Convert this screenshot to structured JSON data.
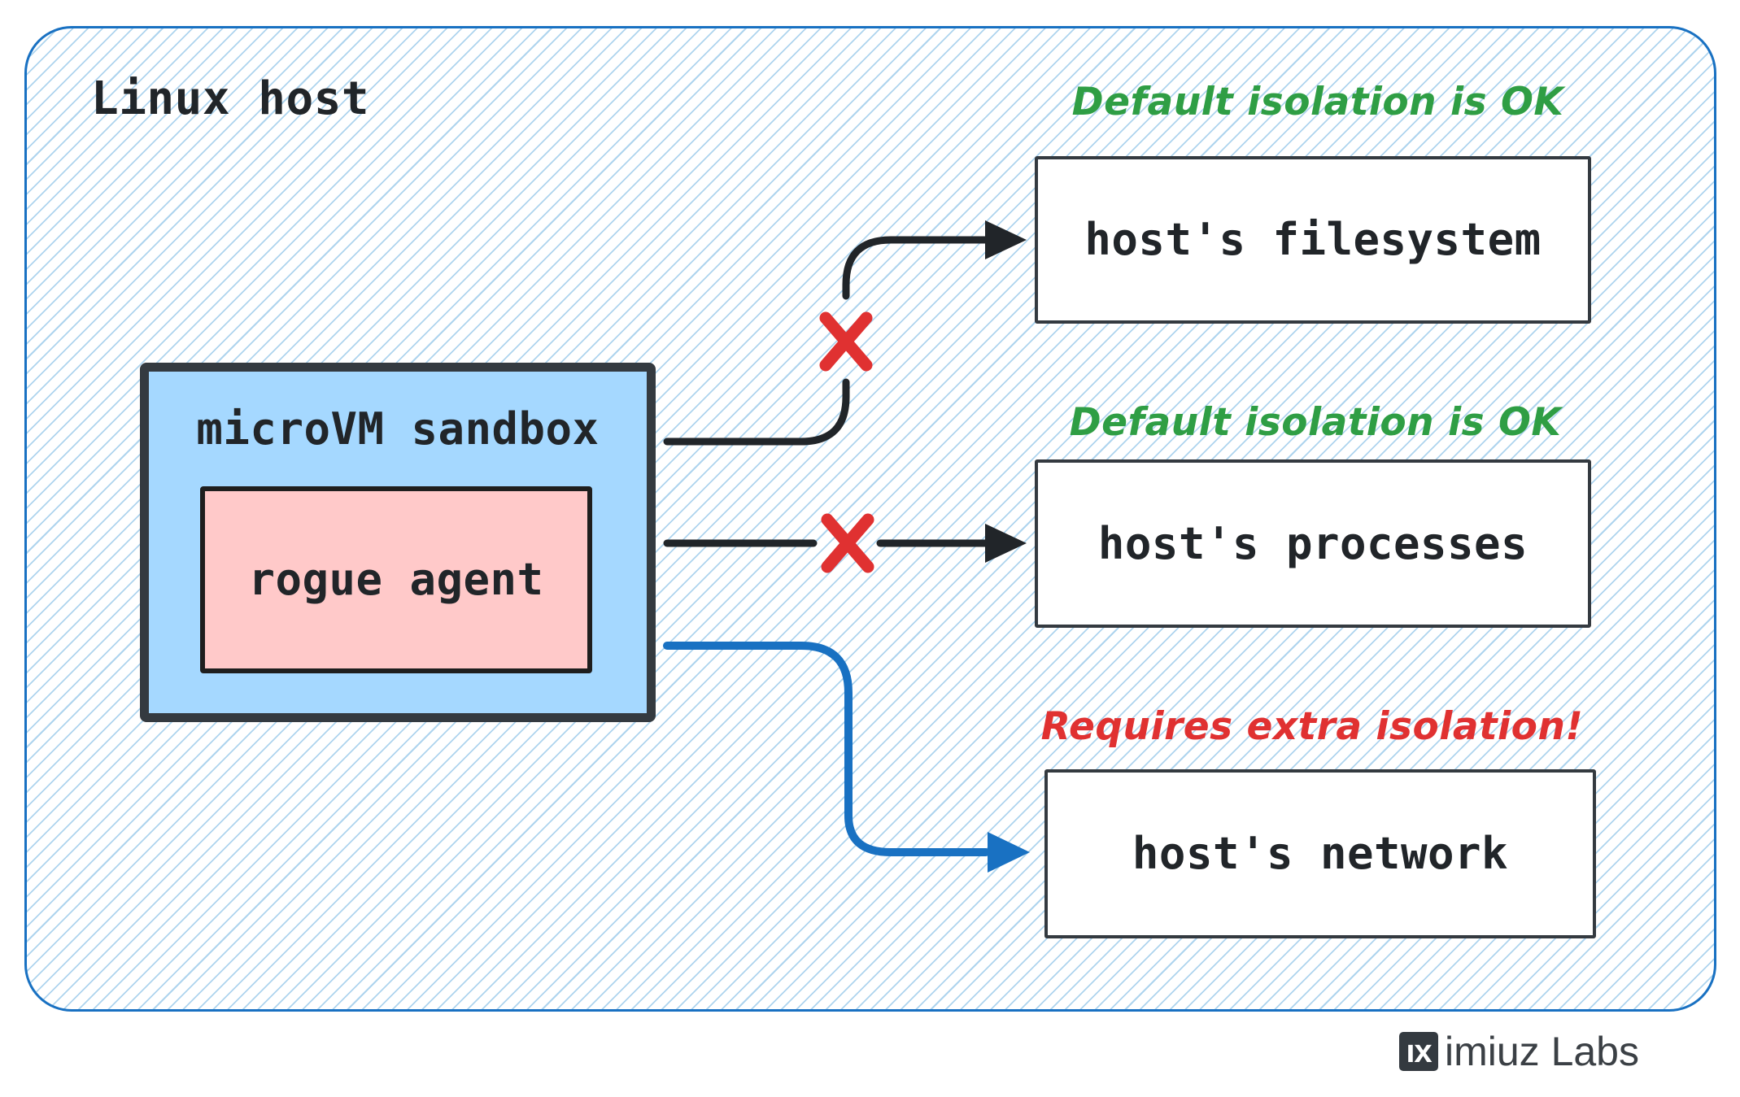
{
  "host": {
    "label": "Linux host"
  },
  "sandbox": {
    "label": "microVM sandbox",
    "agent": {
      "label": "rogue agent"
    }
  },
  "targets": [
    {
      "id": "filesystem",
      "annotation": "Default isolation is OK",
      "label": "host's filesystem",
      "blocked": true,
      "annotation_color": "#2f9e44",
      "arrow_color": "#212529"
    },
    {
      "id": "processes",
      "annotation": "Default isolation is OK",
      "label": "host's processes",
      "blocked": true,
      "annotation_color": "#2f9e44",
      "arrow_color": "#212529"
    },
    {
      "id": "network",
      "annotation": "Requires extra isolation!",
      "label": "host's network",
      "blocked": false,
      "annotation_color": "#e03131",
      "arrow_color": "#1971c2"
    }
  ],
  "branding": {
    "badge": "ıx",
    "name": "imiuz Labs"
  },
  "colors": {
    "host_border": "#1971c2",
    "hatch_line": "#aed4ee",
    "sandbox_fill": "#a5d8ff",
    "sandbox_border": "#343a40",
    "agent_fill": "#ffc9c9",
    "agent_border": "#1e1e1e",
    "target_border": "#343a40",
    "target_fill": "#ffffff",
    "arrow_black": "#212529",
    "arrow_blue": "#1971c2",
    "x_red": "#e03131",
    "ok_green": "#2f9e44",
    "warn_red": "#e03131",
    "label_dark": "#212529",
    "brand_dark": "#3b4045"
  }
}
